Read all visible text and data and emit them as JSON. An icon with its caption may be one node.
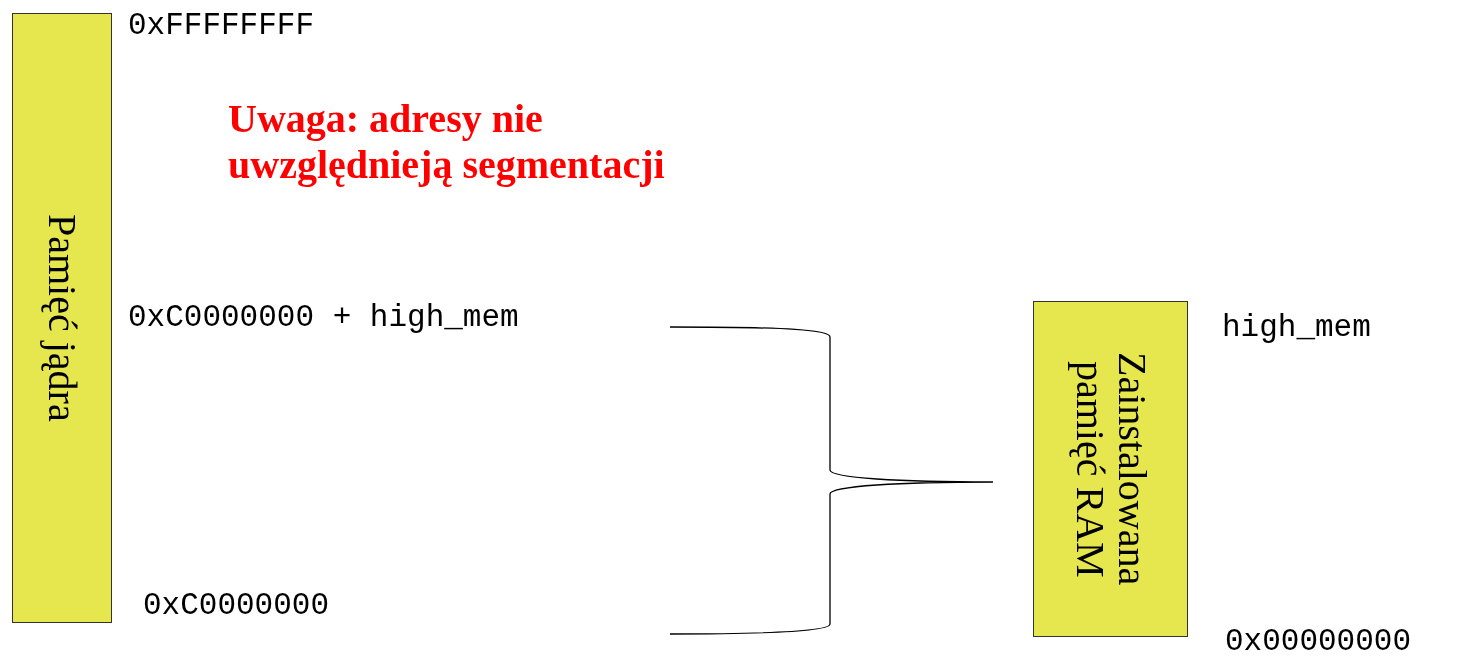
{
  "diagram": {
    "nodes": [
      {
        "text": [
          "Pamięć jądra"
        ]
      },
      {
        "text": [
          "Zainstalowana pamięć RAM"
        ]
      }
    ],
    "edges": [],
    "labels": [
      "0xFFFFFFFF",
      "Uwaga: adresy nie uwzględnieją segmentacji",
      "0xC0000000 + high_mem",
      "high_mem",
      "0xC0000000",
      "0x00000000"
    ]
  }
}
